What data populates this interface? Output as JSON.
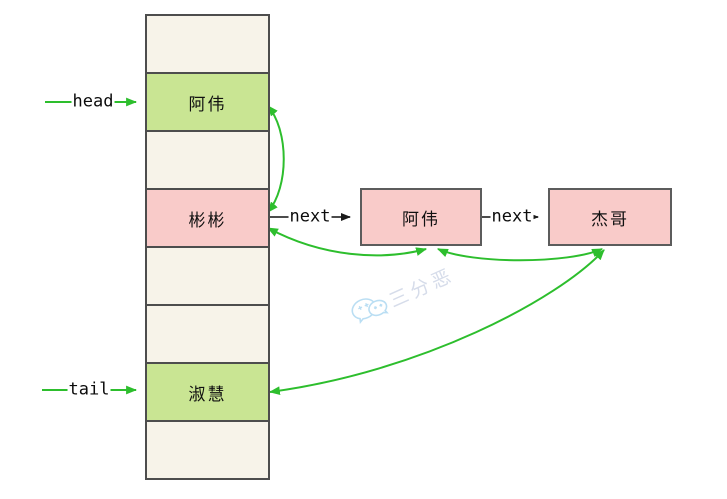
{
  "diagram_kind": "linked-hash-map bucket array with doubly-linked order arrows",
  "colors": {
    "arrow_green": "#2dbe2d",
    "arrow_black": "#333333",
    "cell_cream": "#f7f3e9",
    "cell_green": "#c9e593",
    "cell_pink": "#f9cbc9",
    "border_dark": "#4d4d4d"
  },
  "pointers": {
    "head_label": "head",
    "tail_label": "tail"
  },
  "bucket_array": {
    "cells": [
      {
        "label": "",
        "variant": "empty"
      },
      {
        "label": "阿伟",
        "variant": "green"
      },
      {
        "label": "",
        "variant": "empty"
      },
      {
        "label": "彬彬",
        "variant": "pink"
      },
      {
        "label": "",
        "variant": "empty"
      },
      {
        "label": "",
        "variant": "empty"
      },
      {
        "label": "淑慧",
        "variant": "green"
      },
      {
        "label": "",
        "variant": "empty"
      }
    ]
  },
  "chain": {
    "next_label_1": "next",
    "next_label_2": "next",
    "nodes": [
      {
        "label": "阿伟"
      },
      {
        "label": "杰哥"
      }
    ]
  },
  "watermark": {
    "icon": "wechat",
    "text": "三分恶"
  }
}
